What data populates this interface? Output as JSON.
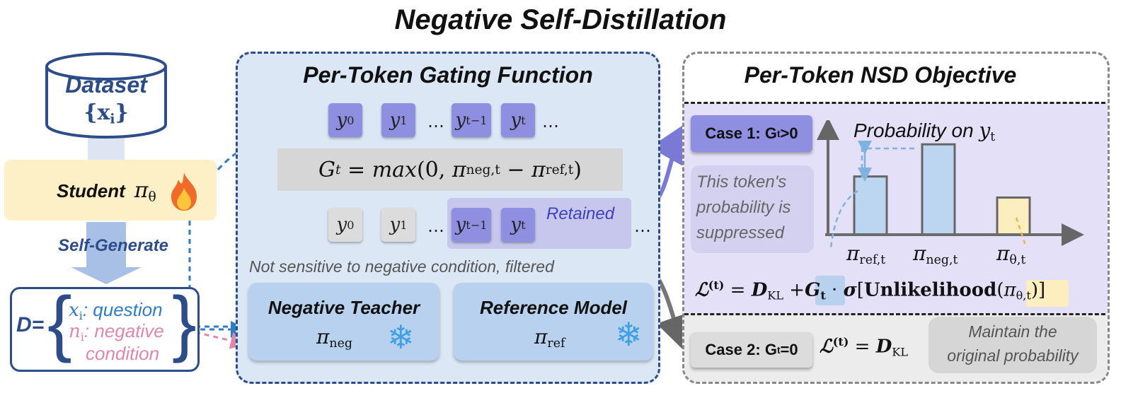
{
  "title": "Negative Self-Distillation",
  "dataset": {
    "label": "Dataset",
    "var": "{x",
    "sub": "i",
    "close": "}"
  },
  "student": {
    "label": "Student",
    "pi": "π",
    "theta": "θ",
    "fire_icon": "fire-icon"
  },
  "self_generate": "Self-Generate",
  "D": {
    "label": "D=",
    "x": "x",
    "x_sub": "i",
    "x_text": ": question",
    "n": "n",
    "n_sub": "i",
    "n_text": ": negative",
    "n_text2": "condition"
  },
  "gating": {
    "title": "Per-Token Gating Function",
    "top_tokens": [
      {
        "base": "y",
        "sub": "0"
      },
      {
        "base": "y",
        "sub": "1"
      },
      {
        "base": "y",
        "sub": "t−1"
      },
      {
        "base": "y",
        "sub": "t"
      }
    ],
    "dots": "…",
    "formula": {
      "lhs": "G",
      "lhs_sub": "t",
      "eq": " = ",
      "fn": "max",
      "open": "(0, ",
      "pi1": "π",
      "pi1_sub": "neg,t",
      "minus": " − ",
      "pi2": "π",
      "pi2_sub": "ref,t",
      "close": ")"
    },
    "bottom_tokens": [
      {
        "base": "y",
        "sub": "0"
      },
      {
        "base": "y",
        "sub": "1"
      },
      {
        "base": "y",
        "sub": "t−1"
      },
      {
        "base": "y",
        "sub": "t"
      }
    ],
    "retained": "Retained",
    "filtered_note": "Not sensitive to negative condition, filtered",
    "neg_teacher": {
      "label": "Negative Teacher",
      "pi": "π",
      "sub": "neg",
      "icon": "snowflake-icon"
    },
    "ref_model": {
      "label": "Reference Model",
      "pi": "π",
      "sub": "ref",
      "icon": "snowflake-icon"
    }
  },
  "objective": {
    "title": "Per-Token NSD Objective",
    "case1": {
      "prefix": "Case 1: ",
      "g": "G",
      "sub": "t",
      "cond": ">0"
    },
    "suppressed": [
      "This token's",
      "probability is",
      "suppressed"
    ],
    "prob_title": "Probability on ",
    "prob_y": "y",
    "prob_sub": "t",
    "loss1": {
      "L": "ℒ",
      "sup": "(t)",
      "eq": " = ",
      "D": "D",
      "D_sub": "KL",
      "plus": " +",
      "G": "G",
      "G_sub": "t",
      "dot": " · ",
      "sigma": "σ",
      "open": "[",
      "un": "Unlikelihood",
      "paren_open": "(",
      "pi": "π",
      "pi_sub": "θ,t",
      "paren_close": ")",
      "close": "]"
    },
    "case2": {
      "prefix": "Case 2: ",
      "g": "G",
      "sub": "t",
      "cond": "=0"
    },
    "loss2": {
      "L": "ℒ",
      "sup": "(t)",
      "eq": " = ",
      "D": "D",
      "D_sub": "KL"
    },
    "maintain": [
      "Maintain the",
      "original probability"
    ]
  },
  "chart_data": {
    "type": "bar",
    "title": "Probability on yt",
    "categories": [
      "π_ref,t",
      "π_neg,t",
      "π_θ,t"
    ],
    "category_labels": [
      {
        "pi": "π",
        "sub": "ref,t"
      },
      {
        "pi": "π",
        "sub": "neg,t"
      },
      {
        "pi": "π",
        "sub": "θ,t"
      }
    ],
    "values": [
      0.58,
      0.9,
      0.37
    ],
    "ylim": [
      0,
      1
    ],
    "colors": [
      "#bcd5f0",
      "#bcd5f0",
      "#fdeec0"
    ],
    "grid": false
  },
  "colors": {
    "purple_token": "#8f8fe2",
    "gray_token": "#dcdcdc",
    "blue_panel": "#dbe7f5",
    "lavender_panel": "#e4e0f7",
    "navy_text": "#2d4d8a",
    "pink": "#e087a8"
  }
}
